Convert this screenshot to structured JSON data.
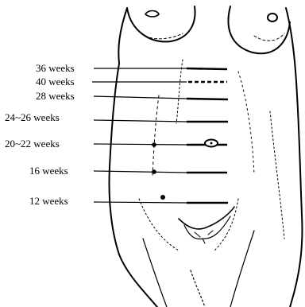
{
  "diagram": {
    "labels": [
      {
        "id": "36",
        "text": "36 weeks",
        "style": "solid"
      },
      {
        "id": "40",
        "text": "40 weeks",
        "style": "dashed"
      },
      {
        "id": "28",
        "text": "28 weeks",
        "style": "solid"
      },
      {
        "id": "24-26",
        "text": "24~26 weeks",
        "style": "solid"
      },
      {
        "id": "20-22",
        "text": "20~22 weeks",
        "style": "umbilicus"
      },
      {
        "id": "16",
        "text": "16 weeks",
        "style": "solid"
      },
      {
        "id": "12",
        "text": "12 weeks",
        "style": "solid"
      }
    ]
  }
}
